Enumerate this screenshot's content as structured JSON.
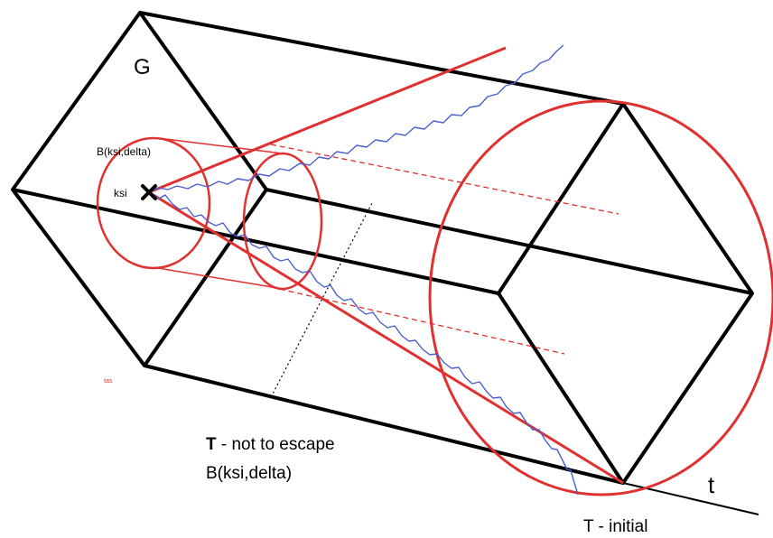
{
  "labels": {
    "region": "G",
    "ball": "B(ksi,delta)",
    "point": "ksi",
    "small_note": "tas",
    "note_T_bold": "T",
    "note_line1_rest": " - not to escape",
    "note_line2": "B(ksi,delta)",
    "time_axis": "t",
    "T_initial": "T - initial"
  },
  "colors": {
    "box_edges": "#000000",
    "cone_and_circles": "#e03030",
    "brownian_paths": "#4a5fd0",
    "dashed_guides": "#e03030",
    "dotted_guide": "#000000"
  }
}
